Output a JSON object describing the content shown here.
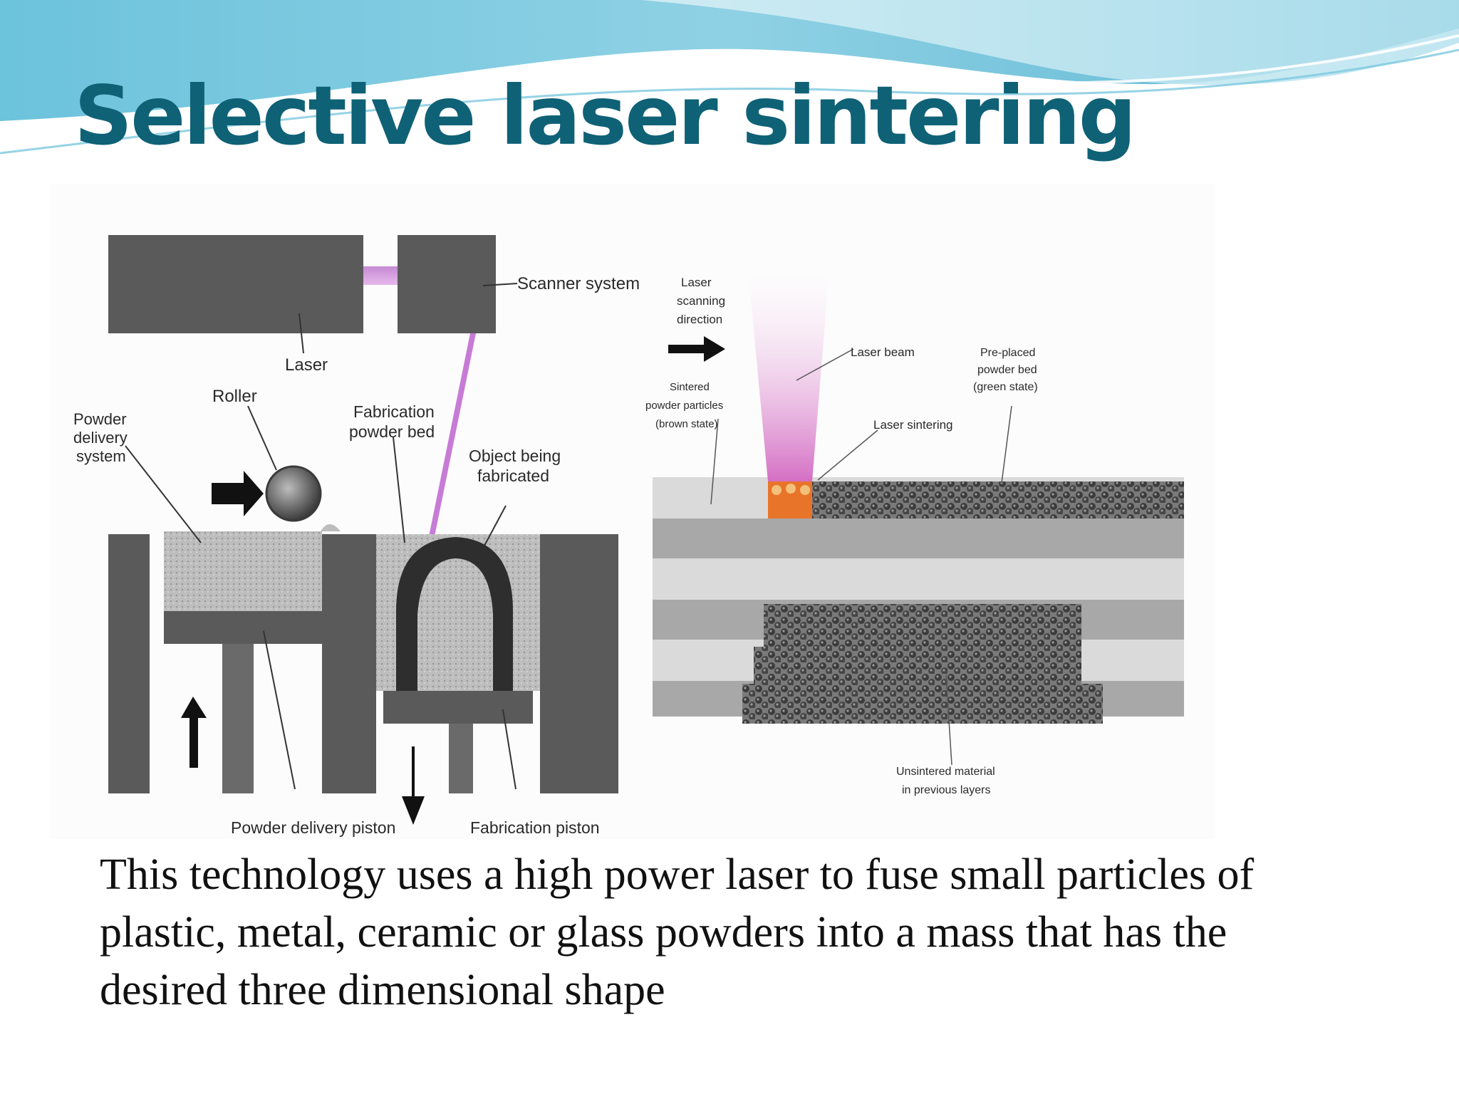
{
  "slide": {
    "title": "Selective laser sintering",
    "body": "This technology uses a high power laser to fuse small particles of plastic, metal, ceramic or glass powders into a mass that has the desired three dimensional shape"
  },
  "diagram": {
    "left_labels": {
      "scanner_system": "Scanner system",
      "laser": "Laser",
      "roller": "Roller",
      "powder_delivery": [
        "Powder",
        "delivery",
        "system"
      ],
      "fabrication_powder_bed": [
        "Fabrication",
        "powder bed"
      ],
      "object_being_fabricated": [
        "Object being",
        "fabricated"
      ],
      "powder_delivery_piston": "Powder delivery piston",
      "fabrication_piston": "Fabrication piston"
    },
    "right_labels": {
      "laser_scanning_direction": [
        "Laser",
        "scanning",
        "direction"
      ],
      "laser_beam": "Laser beam",
      "pre_placed_powder_bed": [
        "Pre-placed",
        "powder bed",
        "(green state)"
      ],
      "sintered_powder_particles": [
        "Sintered",
        "powder particles",
        "(brown state)"
      ],
      "laser_sintering": "Laser sintering",
      "unsintered_material": [
        "Unsintered material",
        "in previous layers"
      ]
    }
  },
  "colors": {
    "title": "#0f6176",
    "wave_dark": "#5fb7d4",
    "wave_light": "#a9dcea",
    "laser_beam": "#d46fc4",
    "block_dark": "#5a5a5a",
    "powder": "#bdbdbd",
    "sintered": "#e8742a"
  }
}
